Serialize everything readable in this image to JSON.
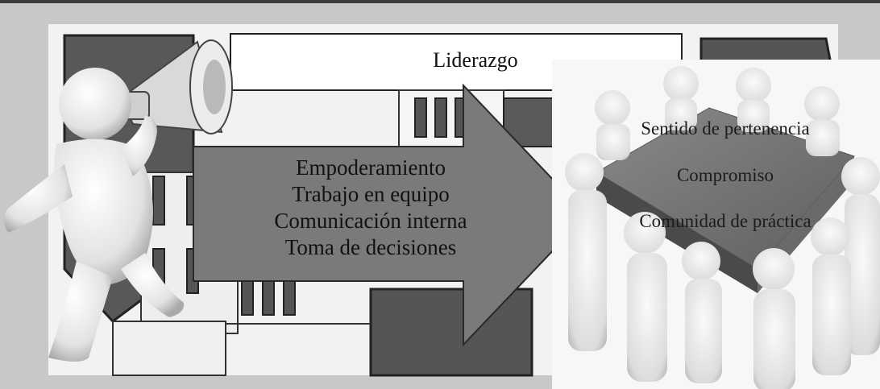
{
  "diagram": {
    "top_label": "Liderazgo",
    "arrow_items": [
      "Empoderamiento",
      "Trabajo en equipo",
      "Comunicación interna",
      "Toma de decisiones"
    ],
    "outcomes": [
      "Sentido de pertenencia",
      "Compromiso",
      "Comunidad de práctica"
    ]
  },
  "icons": {
    "left_figure": "megaphone-person-icon",
    "background": "building-illustration",
    "right_figure": "puzzle-team-table-illustration"
  },
  "colors": {
    "frame": "#c8c8c8",
    "arrow": "#7a7a7a",
    "dark_panels": "#555555",
    "white_panel": "#ffffff"
  }
}
